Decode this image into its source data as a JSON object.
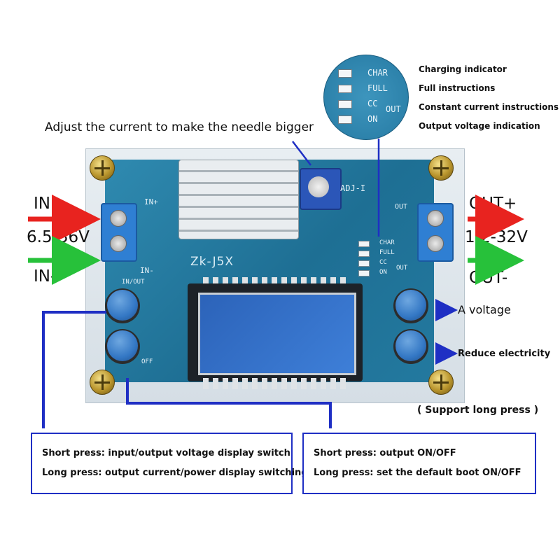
{
  "annotations": {
    "adjust_current": "Adjust the current to make the needle bigger",
    "in_plus": "IN+",
    "in_voltage": "6.5-36V",
    "in_minus": "IN-",
    "out_plus": "OUT+",
    "out_voltage": "1.2-32V",
    "out_minus": "OUT-",
    "a_voltage": "A voltage",
    "reduce_electricity": "Reduce electricity",
    "support_long_press": "Support long press"
  },
  "indicators": {
    "charging": "Charging indicator",
    "full": "Full instructions",
    "constant_current": "Constant current instructions",
    "output_voltage": "Output voltage indication"
  },
  "inset_labels": [
    "CHAR",
    "FULL",
    "CC",
    "ON",
    "OUT"
  ],
  "board_silkscreen": {
    "model": "Zk-J5X",
    "adj": "ADJ-I",
    "in_plus": "IN+",
    "in_minus": "IN-",
    "in_out": "IN/OUT",
    "out": "OUT",
    "off": "OFF",
    "led_labels": [
      "CHAR",
      "FULL",
      "CC",
      "ON",
      "OUT"
    ]
  },
  "callouts": {
    "left": {
      "short_press": "Short press: input/output voltage display switch",
      "long_press": "Long press: output current/power display switching"
    },
    "right": {
      "short_press": "Short press: output ON/OFF",
      "long_press": "Long press: set the default boot ON/OFF"
    }
  },
  "colors": {
    "in_plus_arrow": "#e8231f",
    "in_minus_arrow": "#27c13a",
    "out_plus_arrow": "#e8231f",
    "out_minus_arrow": "#27c13a",
    "connector_blue": "#1f2fc4",
    "pcb_blue": "#23799f"
  }
}
